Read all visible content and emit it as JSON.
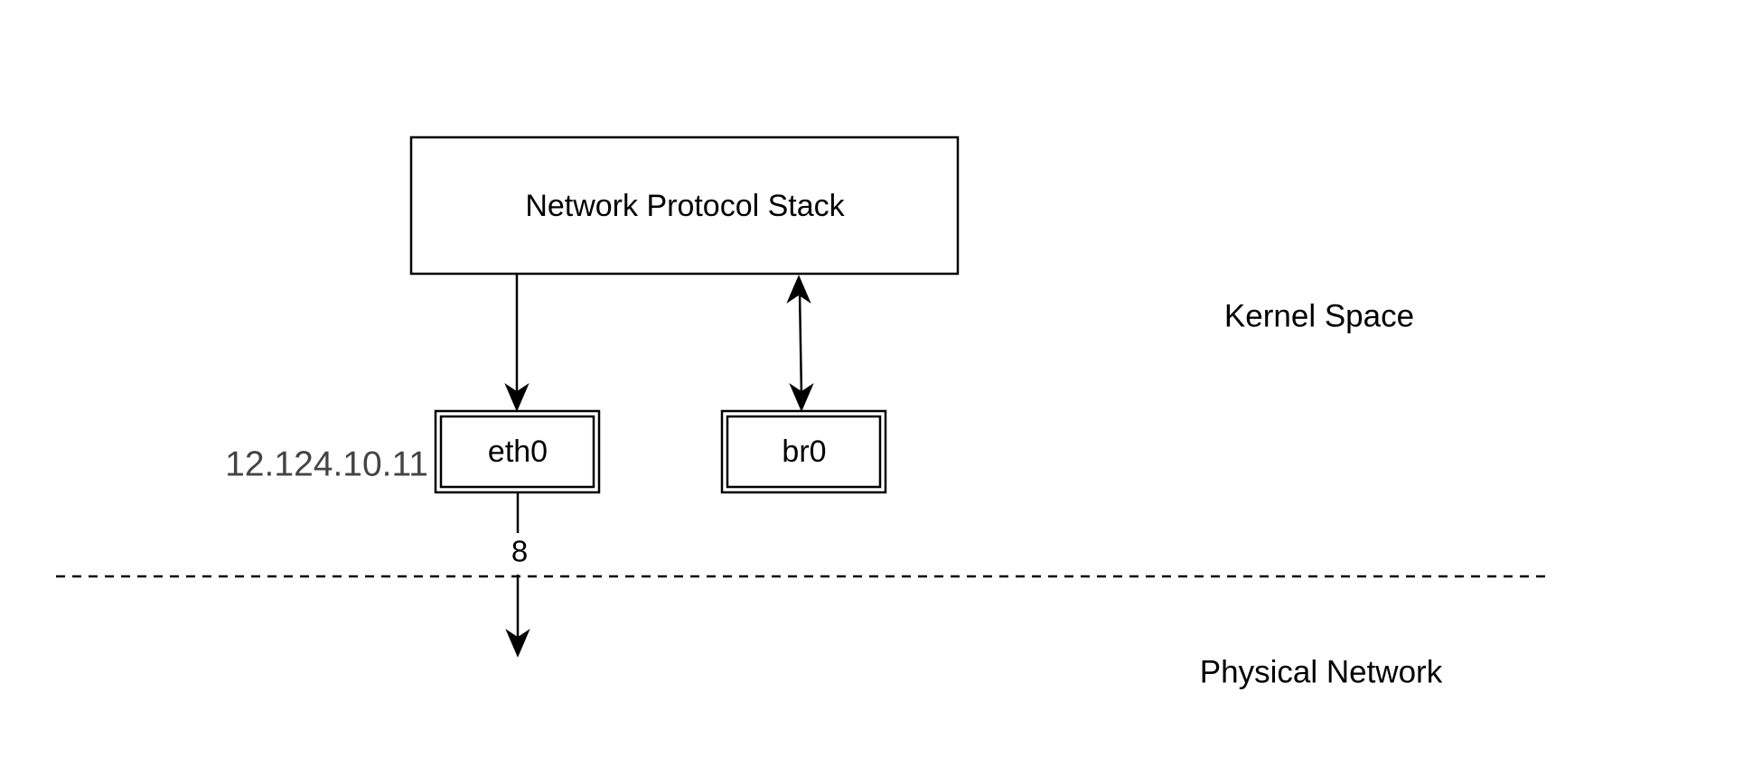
{
  "diagram": {
    "nodes": {
      "stack": {
        "label": "Network Protocol Stack"
      },
      "eth0": {
        "label": "eth0",
        "address": "12.124.10.11"
      },
      "br0": {
        "label": "br0"
      }
    },
    "edges": {
      "stack_to_eth0": {
        "direction": "one-way"
      },
      "stack_br0": {
        "direction": "two-way"
      },
      "eth0_to_physical": {
        "direction": "one-way",
        "label": "8"
      }
    },
    "regions": {
      "kernel": {
        "label": "Kernel Space"
      },
      "physical": {
        "label": "Physical Network"
      }
    },
    "colors": {
      "stroke": "#000000",
      "ip_text": "#444444",
      "background": "#ffffff"
    }
  }
}
